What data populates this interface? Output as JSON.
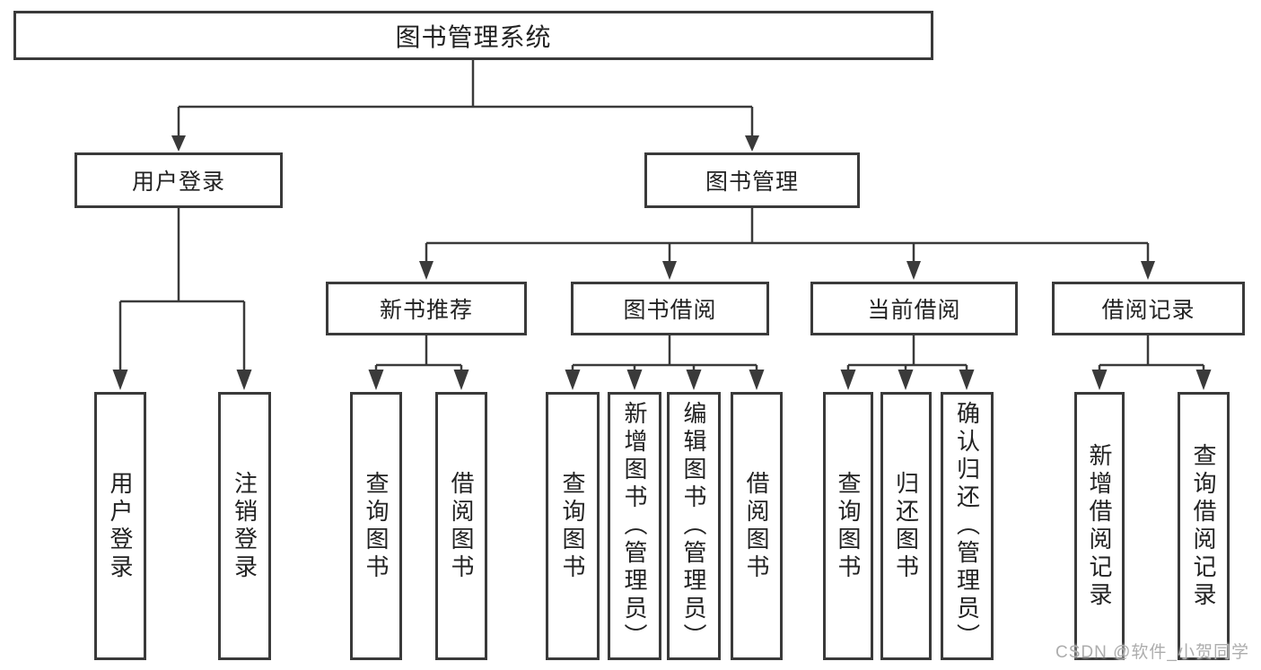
{
  "diagram_type": "hierarchy-tree",
  "colors": {
    "line": "#3a3a3a",
    "box_border": "#3a3a3a",
    "box_fill": "#ffffff",
    "text": "#222222",
    "watermark": "#adadad",
    "background": "#ffffff"
  },
  "tree": {
    "root": {
      "label": "图书管理系统"
    },
    "level2": [
      {
        "label": "用户登录",
        "children": [
          {
            "label": "用户登录"
          },
          {
            "label": "注销登录"
          }
        ]
      },
      {
        "label": "图书管理",
        "children": [
          {
            "label": "新书推荐",
            "children": [
              {
                "label": "查询图书"
              },
              {
                "label": "借阅图书"
              }
            ]
          },
          {
            "label": "图书借阅",
            "children": [
              {
                "label": "查询图书"
              },
              {
                "label": "新增图书（管理员）"
              },
              {
                "label": "编辑图书（管理员）"
              },
              {
                "label": "借阅图书"
              }
            ]
          },
          {
            "label": "当前借阅",
            "children": [
              {
                "label": "查询图书"
              },
              {
                "label": "归还图书"
              },
              {
                "label": "确认归还（管理员）"
              }
            ]
          },
          {
            "label": "借阅记录",
            "children": [
              {
                "label": "新增借阅记录"
              },
              {
                "label": "查询借阅记录"
              }
            ]
          }
        ]
      }
    ]
  },
  "watermark": {
    "text": "CSDN @软件_小贺同学"
  }
}
